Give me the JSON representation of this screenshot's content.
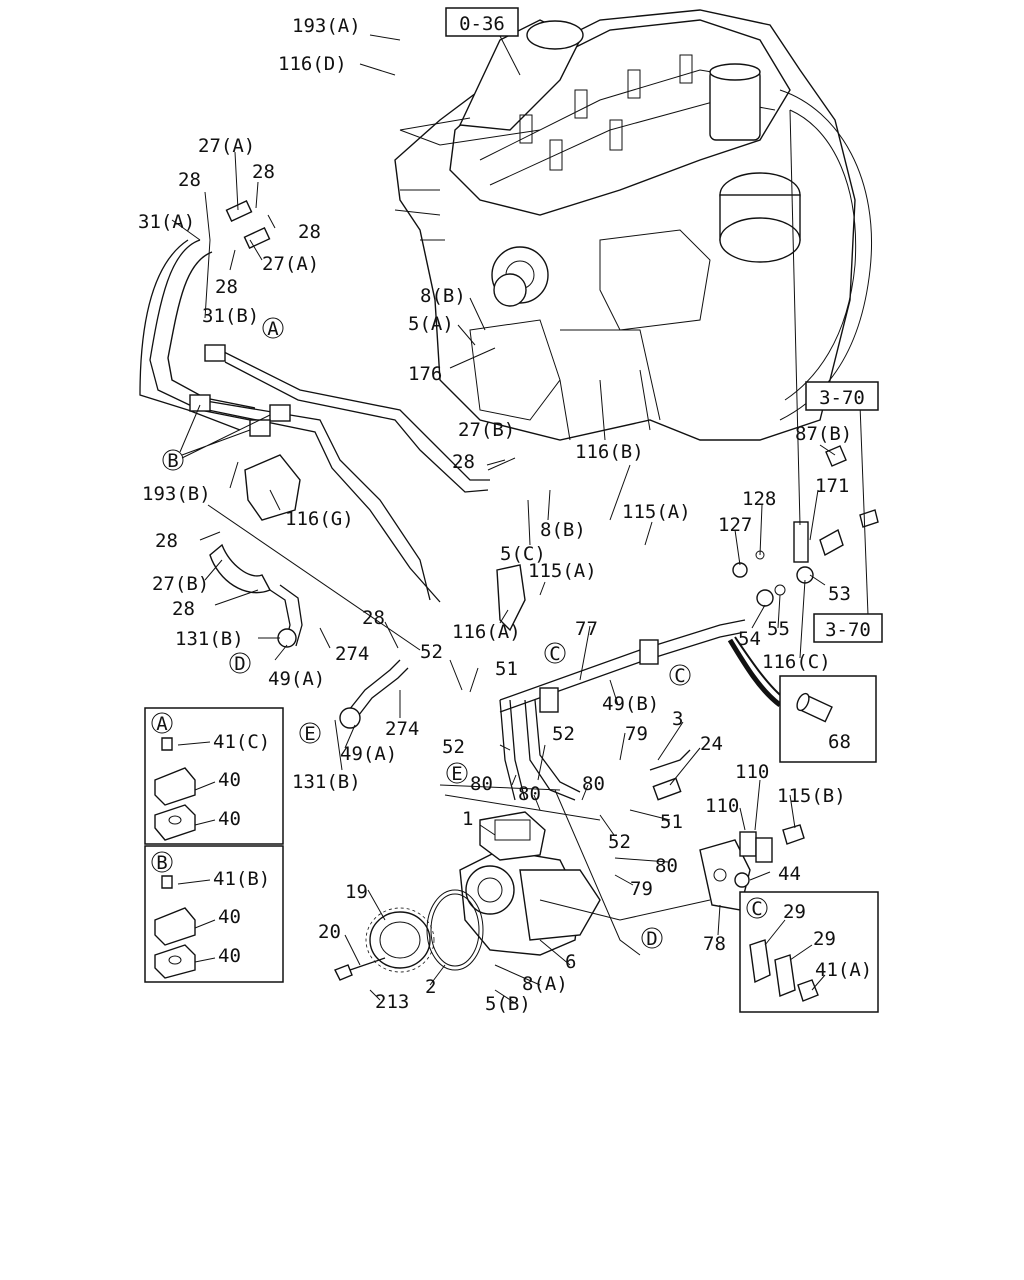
{
  "references": [
    {
      "text": "0-36"
    },
    {
      "text": "3-70"
    },
    {
      "text": "3-70"
    }
  ],
  "callouts": [
    {
      "text": "193(A)"
    },
    {
      "text": "116(D)"
    },
    {
      "text": "27(A)"
    },
    {
      "text": "28"
    },
    {
      "text": "28"
    },
    {
      "text": "31(A)"
    },
    {
      "text": "28"
    },
    {
      "text": "27(A)"
    },
    {
      "text": "28"
    },
    {
      "text": "31(B)"
    },
    {
      "text": "8(B)"
    },
    {
      "text": "5(A)"
    },
    {
      "text": "176"
    },
    {
      "text": "27(B)"
    },
    {
      "text": "28"
    },
    {
      "text": "193(B)"
    },
    {
      "text": "116(G)"
    },
    {
      "text": "8(B)"
    },
    {
      "text": "5(C)"
    },
    {
      "text": "116(B)"
    },
    {
      "text": "115(A)"
    },
    {
      "text": "115(A)"
    },
    {
      "text": "116(A)"
    },
    {
      "text": "28"
    },
    {
      "text": "27(B)"
    },
    {
      "text": "28"
    },
    {
      "text": "131(B)"
    },
    {
      "text": "274"
    },
    {
      "text": "49(A)"
    },
    {
      "text": "28"
    },
    {
      "text": "52"
    },
    {
      "text": "51"
    },
    {
      "text": "77"
    },
    {
      "text": "49(B)"
    },
    {
      "text": "274"
    },
    {
      "text": "49(A)"
    },
    {
      "text": "131(B)"
    },
    {
      "text": "87(B)"
    },
    {
      "text": "128"
    },
    {
      "text": "171"
    },
    {
      "text": "127"
    },
    {
      "text": "53"
    },
    {
      "text": "54"
    },
    {
      "text": "55"
    },
    {
      "text": "116(C)"
    },
    {
      "text": "68"
    },
    {
      "text": "52"
    },
    {
      "text": "52"
    },
    {
      "text": "79"
    },
    {
      "text": "3"
    },
    {
      "text": "24"
    },
    {
      "text": "80"
    },
    {
      "text": "80"
    },
    {
      "text": "80"
    },
    {
      "text": "51"
    },
    {
      "text": "1"
    },
    {
      "text": "52"
    },
    {
      "text": "80"
    },
    {
      "text": "79"
    },
    {
      "text": "110"
    },
    {
      "text": "110"
    },
    {
      "text": "115(B)"
    },
    {
      "text": "44"
    },
    {
      "text": "78"
    },
    {
      "text": "19"
    },
    {
      "text": "20"
    },
    {
      "text": "2"
    },
    {
      "text": "213"
    },
    {
      "text": "6"
    },
    {
      "text": "8(A)"
    },
    {
      "text": "5(B)"
    }
  ],
  "circle_markers": [
    {
      "letter": "A"
    },
    {
      "letter": "B"
    },
    {
      "letter": "C"
    },
    {
      "letter": "C"
    },
    {
      "letter": "D"
    },
    {
      "letter": "D"
    },
    {
      "letter": "E"
    },
    {
      "letter": "E"
    }
  ],
  "insets": {
    "A": {
      "letter": "A",
      "labels": [
        "41(C)",
        "40",
        "40"
      ]
    },
    "B": {
      "letter": "B",
      "labels": [
        "41(B)",
        "40",
        "40"
      ]
    },
    "C": {
      "letter": "C",
      "labels": [
        "29",
        "29",
        "41(A)"
      ]
    }
  }
}
